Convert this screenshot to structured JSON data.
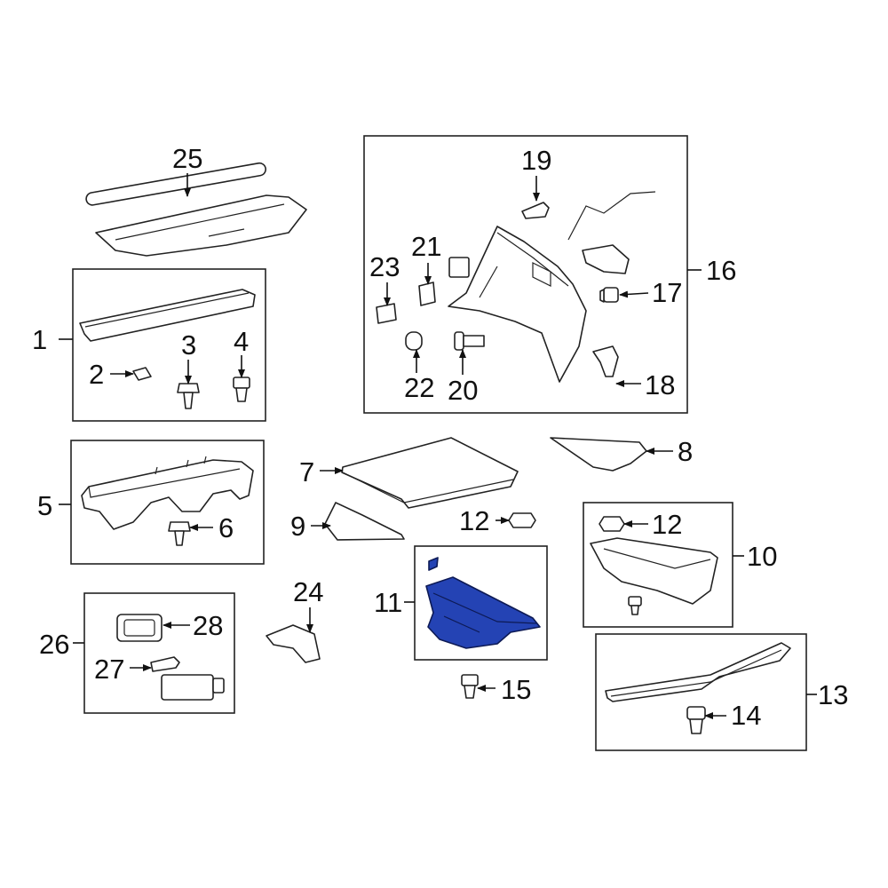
{
  "callouts": {
    "c1": "1",
    "c2": "2",
    "c3": "3",
    "c4": "4",
    "c5": "5",
    "c6": "6",
    "c7": "7",
    "c8": "8",
    "c9": "9",
    "c10": "10",
    "c11": "11",
    "c12a": "12",
    "c12b": "12",
    "c13": "13",
    "c14": "14",
    "c15": "15",
    "c16": "16",
    "c17": "17",
    "c18": "18",
    "c19": "19",
    "c20": "20",
    "c21": "21",
    "c22": "22",
    "c23": "23",
    "c24": "24",
    "c25": "25",
    "c26": "26",
    "c27": "27",
    "c28": "28"
  },
  "colors": {
    "highlight": "#2443b4",
    "line": "#222222",
    "background": "#ffffff"
  },
  "highlighted_part": "11"
}
